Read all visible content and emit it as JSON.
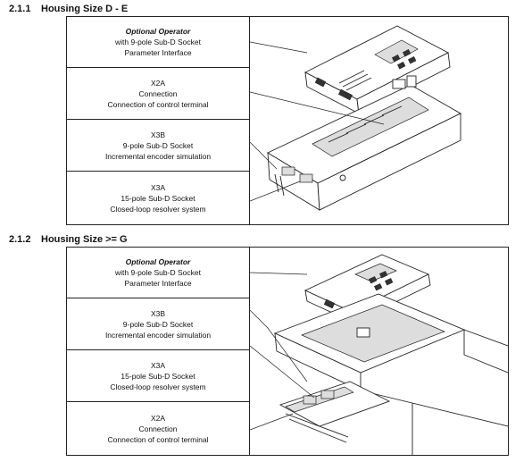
{
  "section1": {
    "number": "2.1.1",
    "title": "Housing Size D - E",
    "items": [
      {
        "lines": [
          "Optional Operator",
          "with 9-pole Sub-D Socket",
          "Parameter Interface"
        ]
      },
      {
        "lines": [
          "X2A",
          "Connection",
          "Connection of control terminal"
        ]
      },
      {
        "lines": [
          "X3B",
          "9-pole Sub-D Socket",
          "Incremental encoder simulation"
        ]
      },
      {
        "lines": [
          "X3A",
          "15-pole Sub-D Socket",
          "Closed-loop resolver system"
        ]
      }
    ]
  },
  "section2": {
    "number": "2.1.2",
    "title": "Housing Size >= G",
    "items": [
      {
        "lines": [
          "Optional Operator",
          "with 9-pole Sub-D Socket",
          "Parameter Interface"
        ]
      },
      {
        "lines": [
          "X3B",
          "9-pole Sub-D Socket",
          "Incremental encoder simulation"
        ]
      },
      {
        "lines": [
          "X3A",
          "15-pole Sub-D Socket",
          "Closed-loop resolver system"
        ]
      },
      {
        "lines": [
          "X2A",
          "Connection",
          "Connection of control terminal"
        ]
      }
    ]
  }
}
